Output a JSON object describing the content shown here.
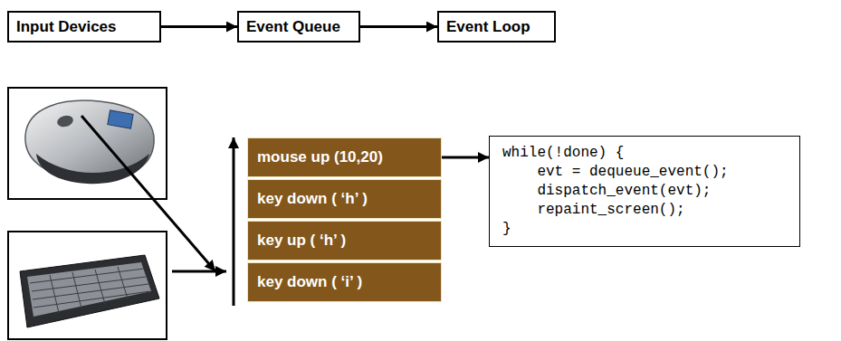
{
  "diagram": {
    "nodes": [
      {
        "text": [
          "Input Devices"
        ]
      },
      {
        "text": [
          "Event Queue"
        ]
      },
      {
        "text": [
          "Event Loop"
        ]
      },
      {
        "text": [
          "mouse up (10,20)"
        ]
      },
      {
        "text": [
          "key down ( ‘h’ )"
        ]
      },
      {
        "text": [
          "key up ( ‘h’ )"
        ]
      },
      {
        "text": [
          "key down ( ‘i’ )"
        ]
      },
      {
        "text": [
          "while(!done) {",
          "evt = dequeue_event();",
          "dispatch_event(evt);",
          "repaint_screen();",
          "}"
        ]
      }
    ],
    "edges": [
      {
        "from": 0,
        "to": 1,
        "arrow": "to"
      },
      {
        "from": 1,
        "to": 2,
        "arrow": "to"
      },
      {
        "from": 3,
        "to": 7,
        "arrow": "to"
      }
    ]
  }
}
